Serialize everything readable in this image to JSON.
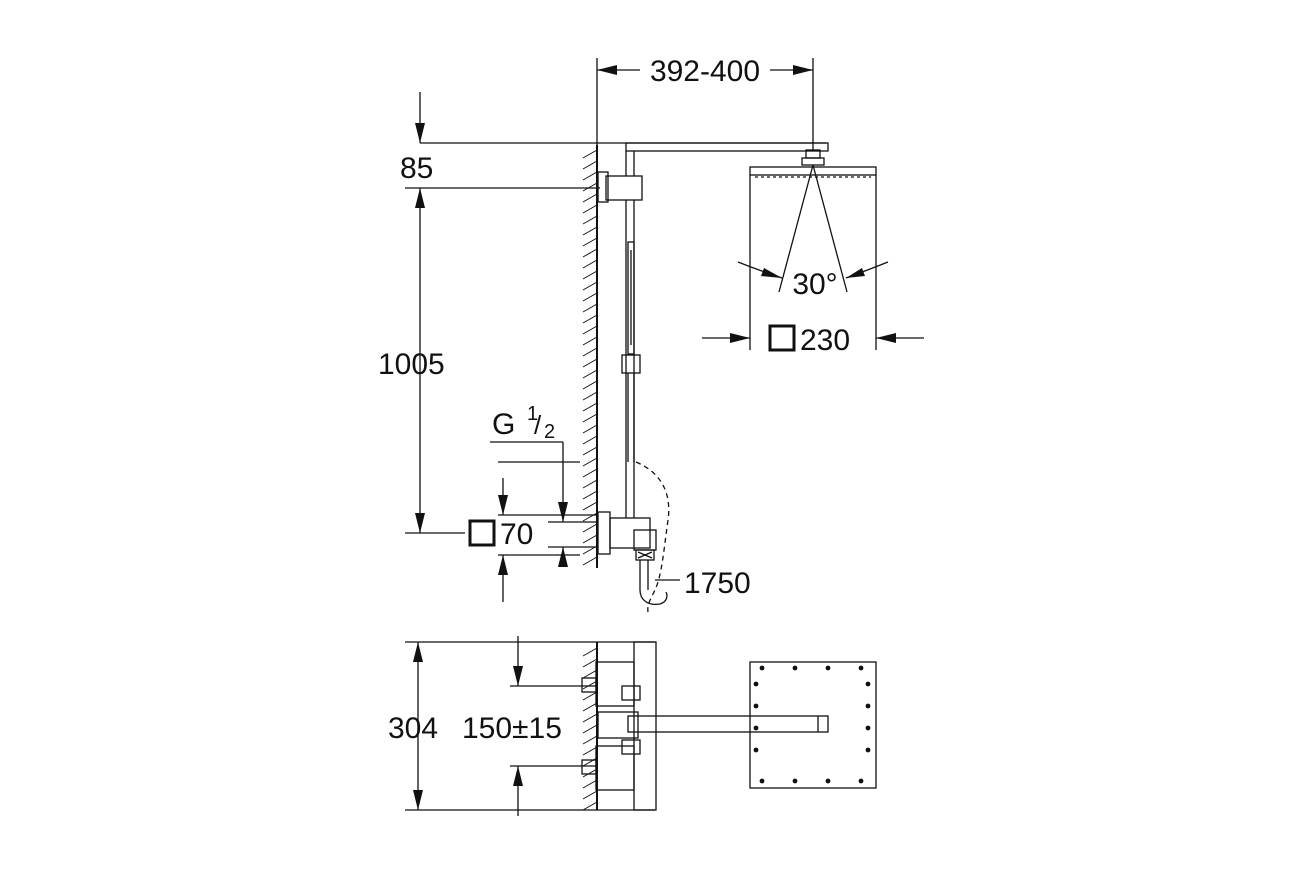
{
  "labels": {
    "arm_reach": "392-400",
    "top_offset": "85",
    "rail_height": "1005",
    "spray_angle": "30°",
    "head_size": "230",
    "inlet_size": "70",
    "thread_main": "G",
    "thread_num": "1",
    "thread_den": "2",
    "hose_length": "1750",
    "plan_depth": "304",
    "inlet_spacing": "150±15"
  },
  "colors": {
    "line": "#111111",
    "background": "#ffffff"
  }
}
